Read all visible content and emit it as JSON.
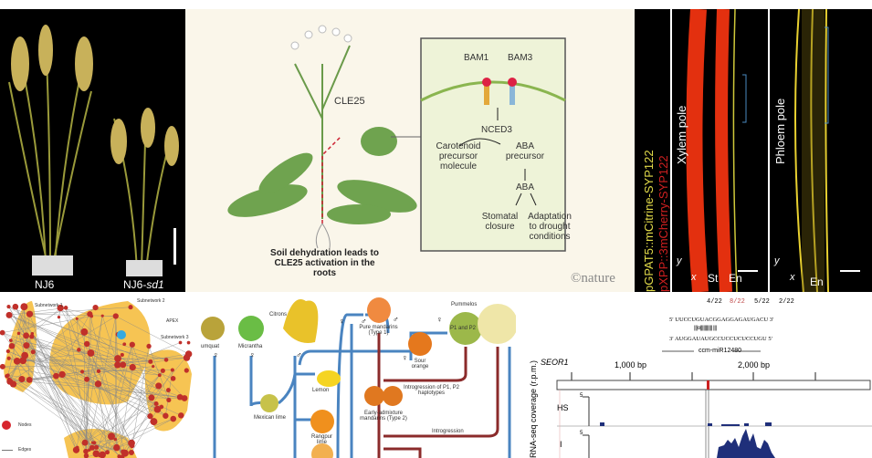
{
  "rice": {
    "label_left": "NJ6",
    "label_right_prefix": "NJ6-",
    "label_right_italic": "sd1"
  },
  "nature": {
    "cle25": "CLE25",
    "caption": "Soil dehydration leads to CLE25 activation in the roots",
    "bam1": "BAM1",
    "bam3": "BAM3",
    "nced3": "NCED3",
    "carotenoid": "Carotenoid precursor molecule",
    "aba_precursor": "ABA precursor",
    "aba": "ABA",
    "stomatal": "Stomatal closure",
    "adaptation": "Adaptation to drought conditions",
    "logo": "©nature"
  },
  "micro": {
    "construct1": "pGPAT5::mCitrine-SYP122",
    "construct2": "pXPP::3mCherry-SYP122",
    "xylem": "Xylem pole",
    "phloem": "Phloem pole",
    "y": "y",
    "x": "x",
    "st": "St",
    "en1": "En",
    "en2": "En"
  },
  "network": {
    "sub1": "Subnetwork 1",
    "sub2": "Subnetwork 2",
    "sub3": "Subnetwork 3",
    "apex": "APEX",
    "nodes": "Nodes",
    "edges": "Edges"
  },
  "citrus": {
    "kumquat": "umquat",
    "micrantha": "Micrantha",
    "citrons": "Citrons",
    "pure": "Pure mandarins (Type 1)",
    "pummelos": "Pummelos",
    "p1p2": "P1 and P2",
    "sour": "Sour orange",
    "lemon": "Lemon",
    "mexican": "Mexican lime",
    "rangpur": "Rangpur lime",
    "introg1": "Introgression of P1, P2 haplotypes",
    "early": "Early-admixture mandarins (Type 2)",
    "introg2": "Introgression",
    "female": "♀",
    "male": "♂"
  },
  "genome": {
    "ratios": [
      "4/22",
      "8/22",
      "5/22",
      "2/22"
    ],
    "seq_top": "5′ UUCCUGUACGGAGGAGAUGACU 3′",
    "seq_bottom": "3′ AUGGAUAUGCCUCCUCUCCUGU 5′",
    "mirna": "ccm-miR12480",
    "gene": "SEOR1",
    "tick1": "1,000 bp",
    "tick2": "2,000 bp",
    "ylabel": "RNA-seq coverage (r.p.m.)",
    "track1": "HS",
    "track2": "I",
    "scale": "5"
  },
  "colors": {
    "yellow_blob": "#f6c453",
    "node_red": "#c0302a",
    "apex_blue": "#36a9df",
    "arrow_blue": "#4a84c0",
    "arrow_maroon": "#8b2b2b",
    "cream": "#faf6ea",
    "coverage": "#1f2f7a"
  }
}
